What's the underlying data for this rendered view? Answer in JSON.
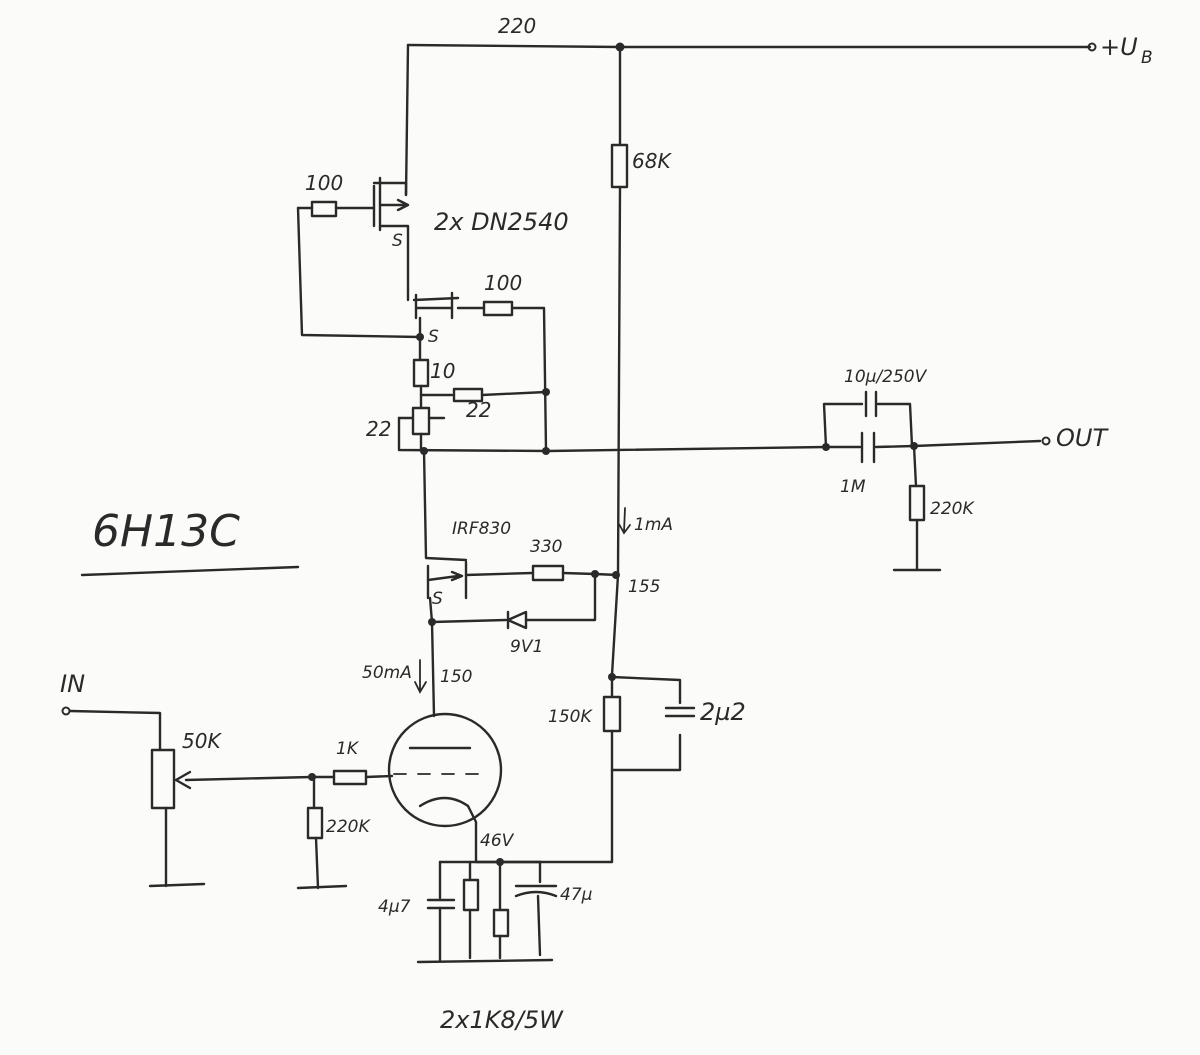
{
  "labels": {
    "supply_resistor": "220",
    "supply_voltage": "+U",
    "supply_voltage_sub": "B",
    "drain_resistor": "68K",
    "gate_resistor_top": "100",
    "mosfet_pair": "2x DN2540",
    "gate_resistor_mid": "100",
    "source_top": "S",
    "source_mid": "S",
    "sense_resistor": "10",
    "resistor_22_a": "22",
    "resistor_22_b": "22",
    "tube_name": "6H13C",
    "mosfet_lower": "IRF830",
    "resistor_330": "330",
    "voltage_155": "155",
    "current_1ma": "1mA",
    "source_lower": "S",
    "zener": "9V1",
    "tube_current": "50mA",
    "voltage_150": "150",
    "input": "IN",
    "pot": "50K",
    "grid_resistor": "1K",
    "grid_leak": "220K",
    "divider_resistor": "150K",
    "divider_cap": "2µ2",
    "cathode_voltage": "46V",
    "cathode_cap_small": "4µ7",
    "cathode_cap_big": "47µ",
    "cathode_resistors": "2x1K8/5W",
    "output_cap_big": "10µ/250V",
    "output_cap_small": "1M",
    "output_resistor": "220K",
    "output": "OUT"
  }
}
